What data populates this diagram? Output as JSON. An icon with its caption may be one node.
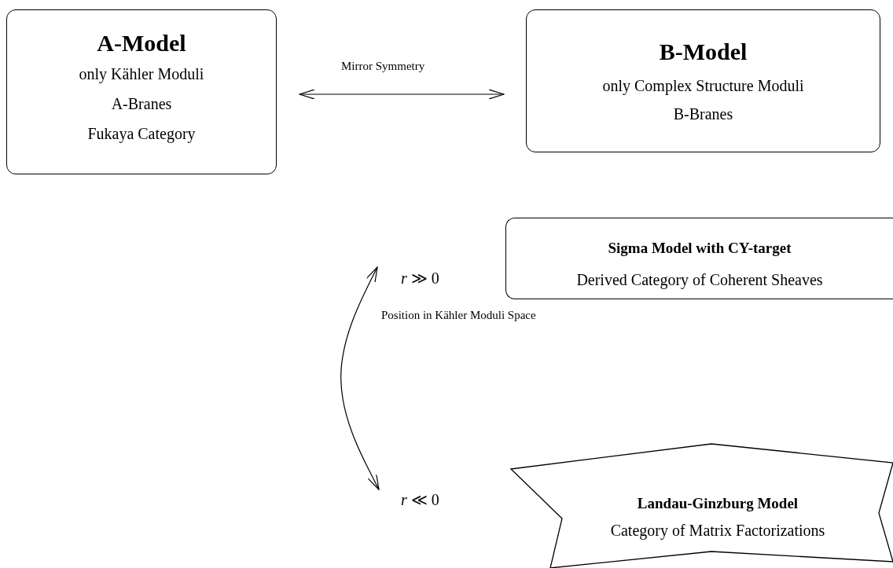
{
  "diagram": {
    "nodes": [
      {
        "text": [
          "A-Model",
          "only Kähler Moduli",
          "A-Branes",
          "Fukaya Category"
        ]
      },
      {
        "text": [
          "B-Model",
          "only Complex Structure Moduli",
          "B-Branes"
        ]
      },
      {
        "text": [
          "*r* ≫ 0"
        ]
      },
      {
        "text": [
          "Sigma Model with CY-target",
          "Derived Category of Coherent Sheaves"
        ]
      },
      {
        "text": [
          "*r* ≪ 0"
        ]
      },
      {
        "text": [
          "Landau-Ginzburg Model",
          "Category of Matrix Factorizations"
        ]
      }
    ],
    "edges": [
      {
        "from": 0,
        "to": 1,
        "arrow": "both",
        "label": "Mirror Symmetry"
      },
      {
        "from": 2,
        "to": 4,
        "arrow": "both",
        "label": "Position in Kähler Moduli Space"
      }
    ]
  }
}
